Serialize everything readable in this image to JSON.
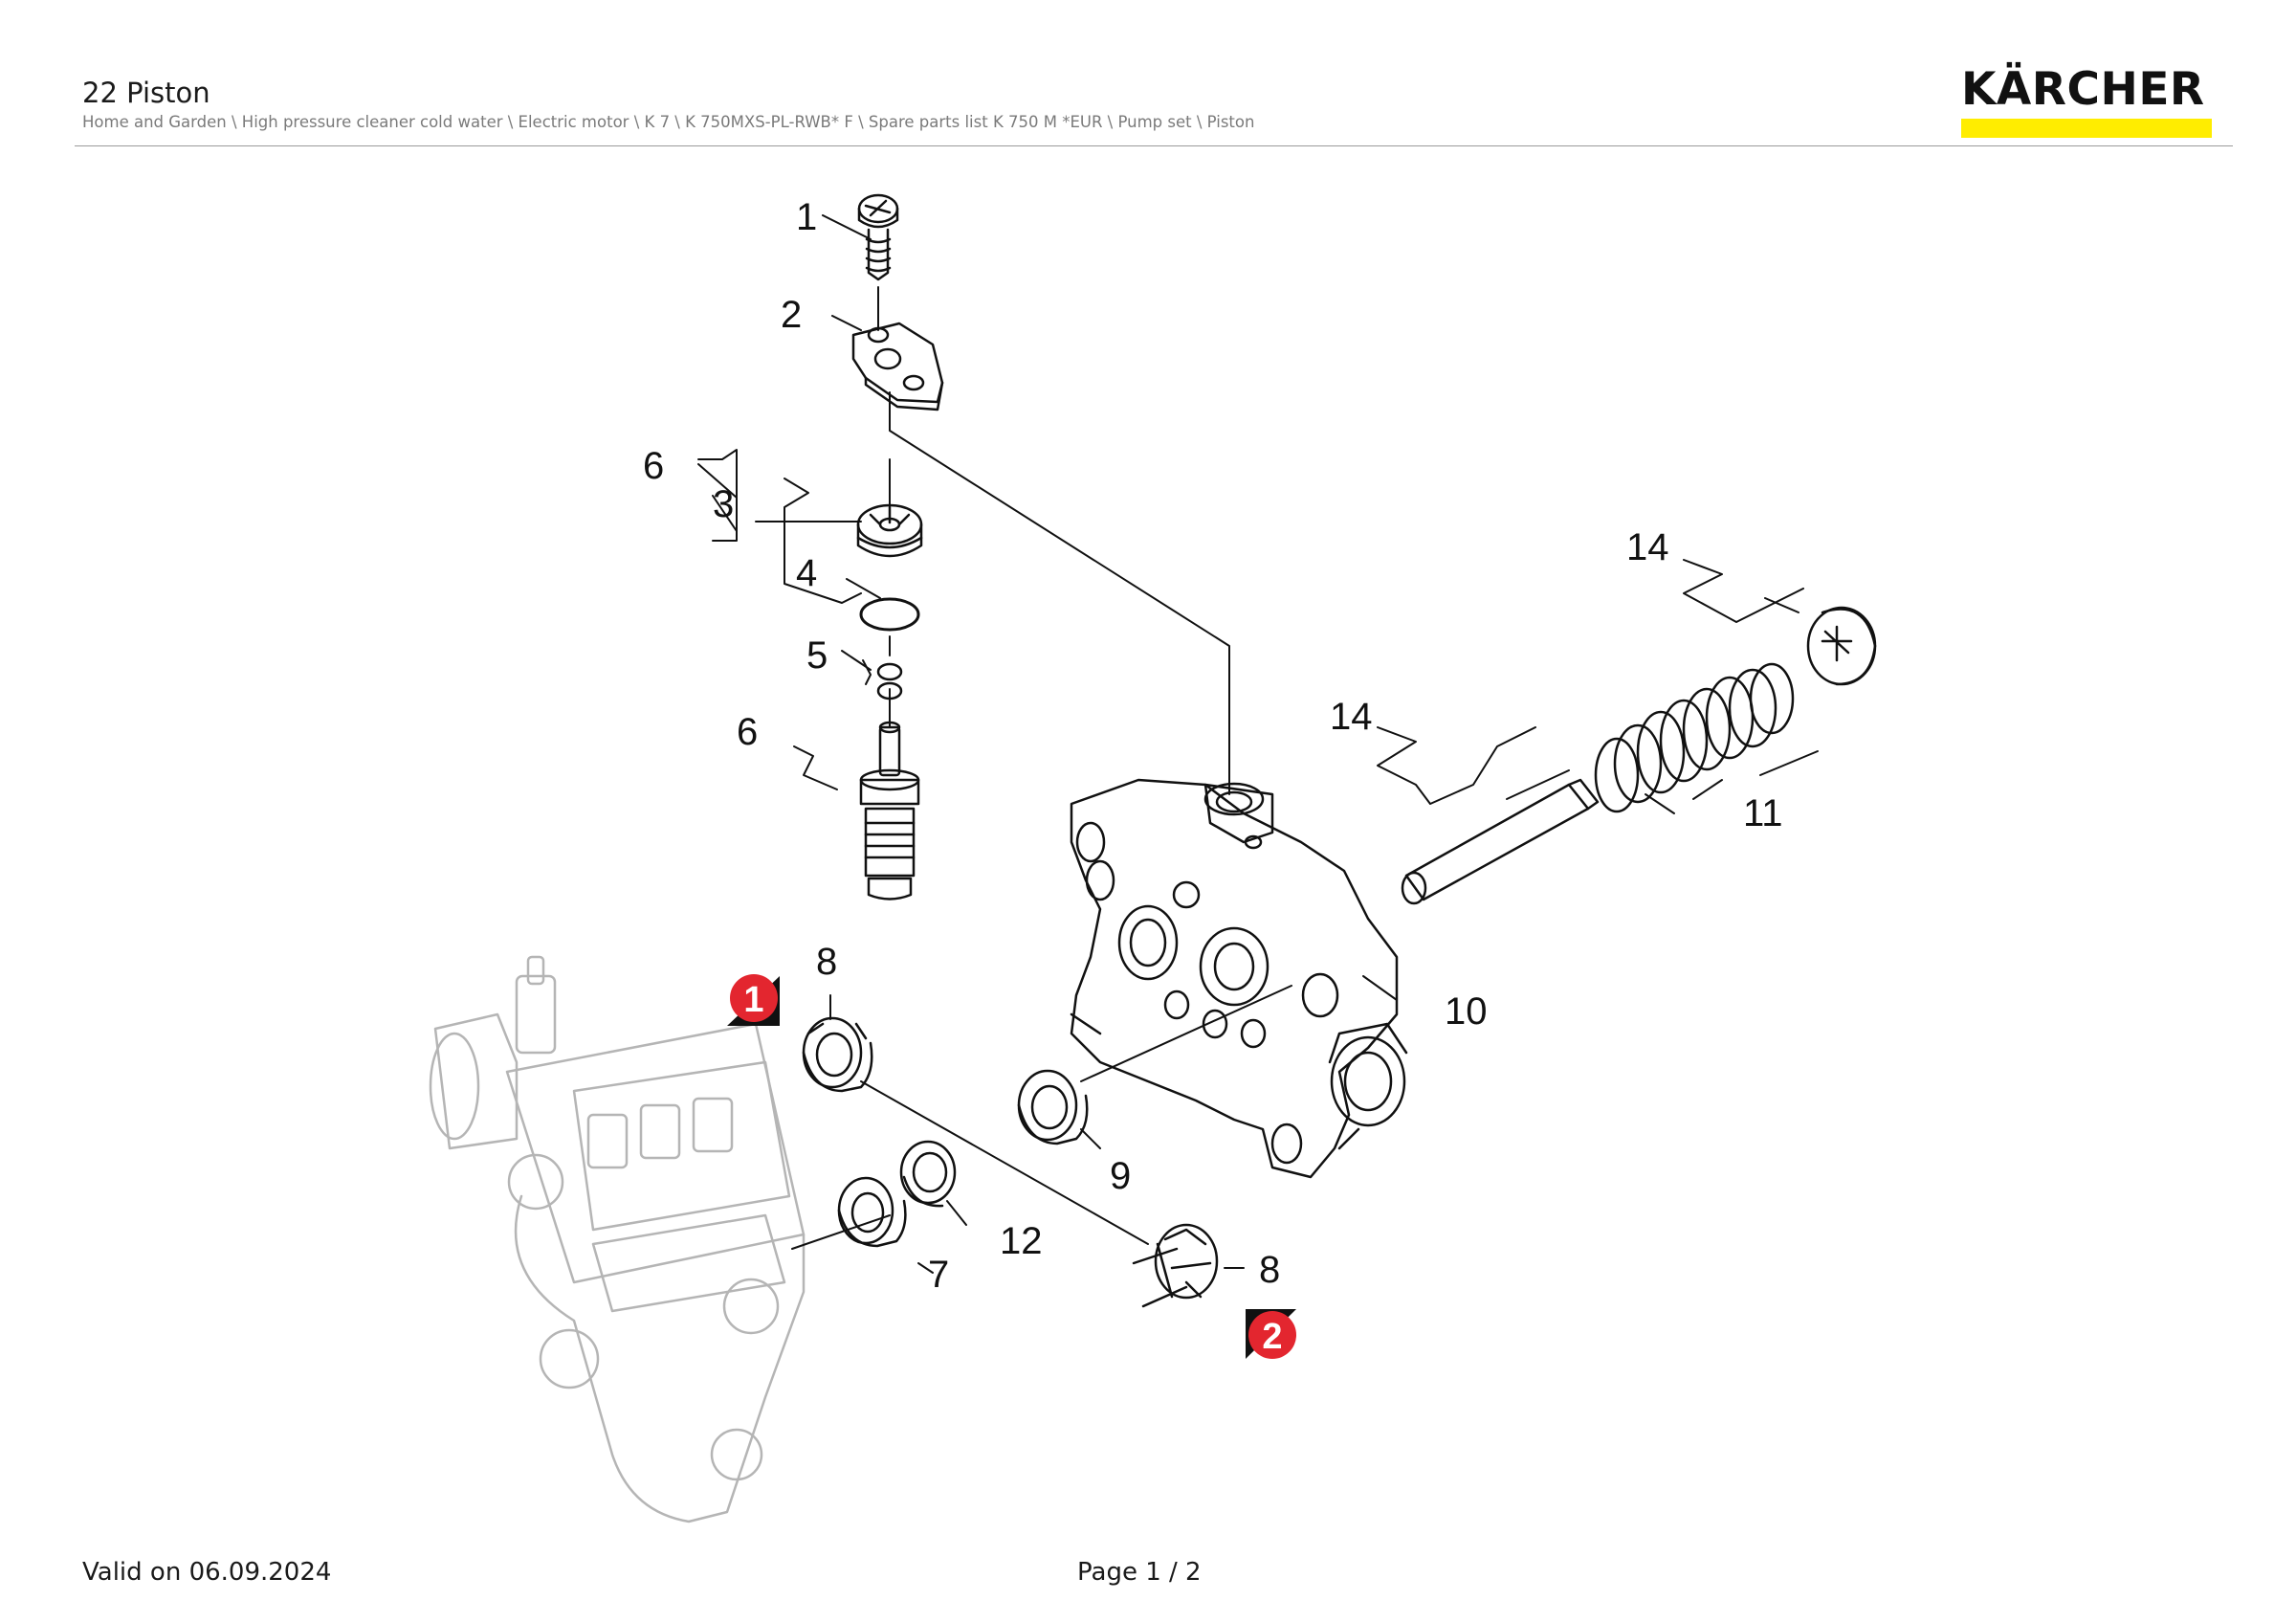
{
  "header": {
    "title": "22 Piston",
    "breadcrumb": "Home and Garden \\ High pressure cleaner cold water \\ Electric motor \\ K 7 \\ K 750MXS-PL-RWB* F \\ Spare parts list K 750 M *EUR \\ Pump set \\ Piston",
    "logo_text": "KÄRCHER",
    "brand_yellow": "#FFED00"
  },
  "diagram": {
    "labels": [
      "1",
      "2",
      "6",
      "3",
      "4",
      "5",
      "6",
      "14",
      "14",
      "11",
      "10",
      "8",
      "9",
      "12",
      "7",
      "8"
    ],
    "markers": [
      "1",
      "2"
    ],
    "marker_color": "#E3262F"
  },
  "footer": {
    "valid": "Valid on 06.09.2024",
    "page": "Page 1 / 2"
  }
}
